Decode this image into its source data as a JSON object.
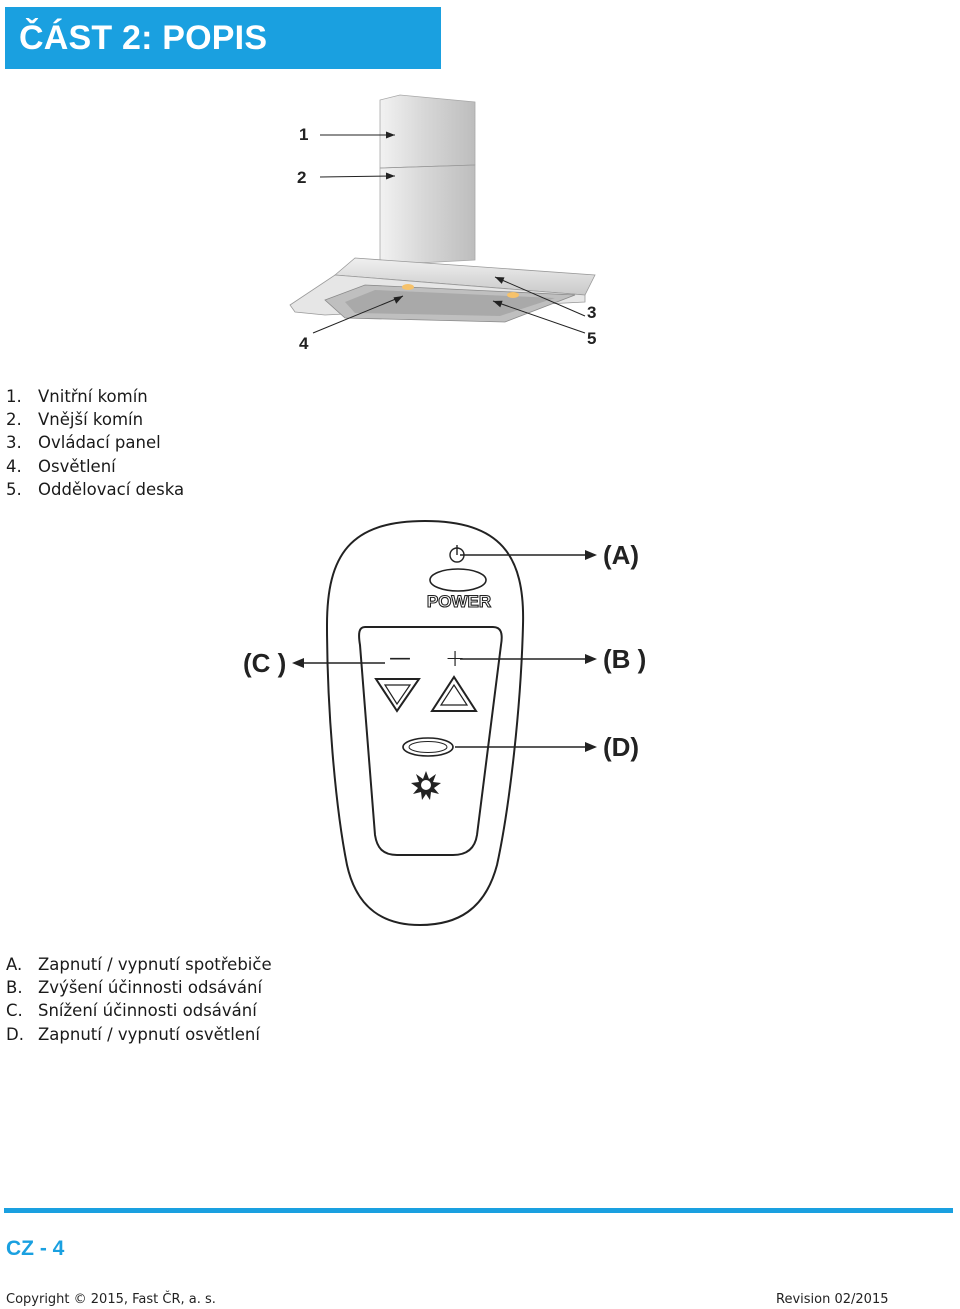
{
  "header": {
    "title": "ČÁST 2: POPIS PŘÍSTROJE"
  },
  "hood_figure": {
    "callouts": [
      "1",
      "2",
      "3",
      "4",
      "5"
    ]
  },
  "parts_list": [
    {
      "num": "1.",
      "label": "Vnitřní komín"
    },
    {
      "num": "2.",
      "label": "Vnější komín"
    },
    {
      "num": "3.",
      "label": "Ovládací panel"
    },
    {
      "num": "4.",
      "label": "Osvětlení"
    },
    {
      "num": "5.",
      "label": "Oddělovací deska"
    }
  ],
  "remote_figure": {
    "power_label": "POWER",
    "minus_sign": "—",
    "plus_sign": "+",
    "callout_a": "(A)",
    "callout_b": "(B )",
    "callout_c": "(C )",
    "callout_d": "(D)"
  },
  "functions_list": [
    {
      "num": "A.",
      "label": "Zapnutí / vypnutí spotřebiče"
    },
    {
      "num": "B.",
      "label": "Zvýšení účinnosti odsávání"
    },
    {
      "num": "C.",
      "label": "Snížení účinnosti odsávání"
    },
    {
      "num": "D.",
      "label": "Zapnutí / vypnutí osvětlení"
    }
  ],
  "footer": {
    "page_number": "CZ - 4",
    "copyright": "Copyright © 2015, Fast ČR, a. s.",
    "revision_label": "Revision",
    "revision_value": "02/2015"
  },
  "colors": {
    "accent": "#1aa0e0"
  }
}
